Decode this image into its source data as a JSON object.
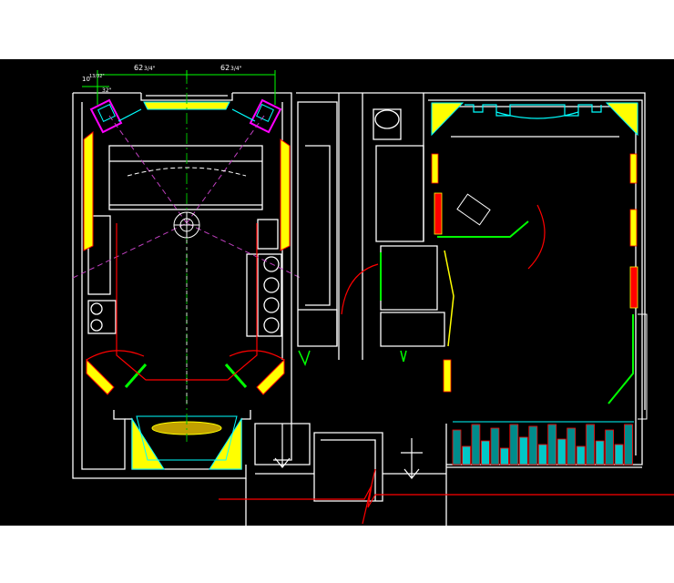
{
  "colors": {
    "background": "#000000",
    "page": "#ffffff",
    "wall": "#ffffff",
    "dimension": "#00ff00",
    "panel_yellow": "#ffff00",
    "panel_red": "#ff0000",
    "panel_cyan": "#00ffff",
    "panel_magenta": "#ff00ff",
    "sightline": "#c040c0",
    "centerline": "#00c000",
    "door_swing": "#ff0000",
    "furniture": "#00ffff"
  },
  "dimensions": {
    "left_span": "62",
    "left_fraction": "3/4\"",
    "right_span": "62",
    "right_fraction": "3/4\"",
    "small_offset_a": "10",
    "small_offset_b": "13/32\"",
    "small_offset_c": "32\""
  },
  "icons": {
    "arrow_down": "arrow-down-icon",
    "break_line": "break-line-icon",
    "listener": "listener-icon"
  }
}
